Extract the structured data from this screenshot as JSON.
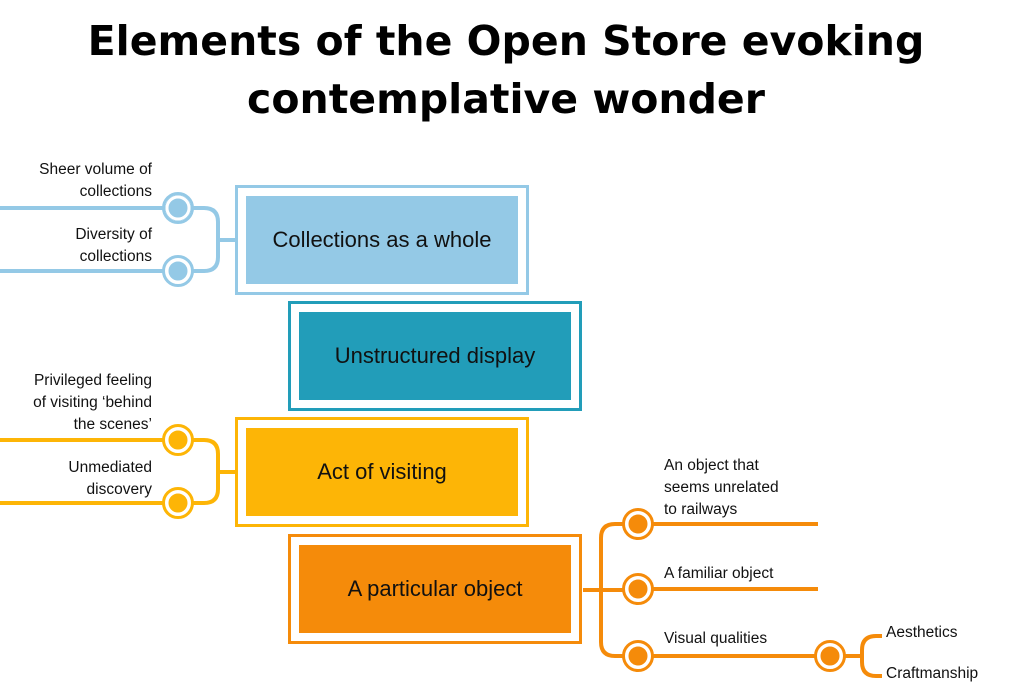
{
  "title_line1": "Elements of the Open Store evoking",
  "title_line2": "contemplative wonder",
  "colors": {
    "light_blue": "#94c9e6",
    "teal": "#229db9",
    "yellow": "#fdb506",
    "orange": "#f58b0a"
  },
  "boxes": {
    "collections": "Collections as a whole",
    "unstructured": "Unstructured display",
    "visiting": "Act of visiting",
    "object": "A particular object"
  },
  "leaves": {
    "sheer_volume": {
      "l1": "Sheer volume of",
      "l2": "collections"
    },
    "diversity": {
      "l1": "Diversity of",
      "l2": "collections"
    },
    "privileged": {
      "l1": "Privileged feeling",
      "l2": "of visiting ‘behind",
      "l3": "the scenes’"
    },
    "unmediated": {
      "l1": "Unmediated",
      "l2": "discovery"
    },
    "unrelated": {
      "l1": "An object that",
      "l2": "seems unrelated",
      "l3": "to railways"
    },
    "familiar": "A familiar object",
    "visual": "Visual qualities",
    "aesthetics": "Aesthetics",
    "craftsmanship": "Craftmanship"
  }
}
